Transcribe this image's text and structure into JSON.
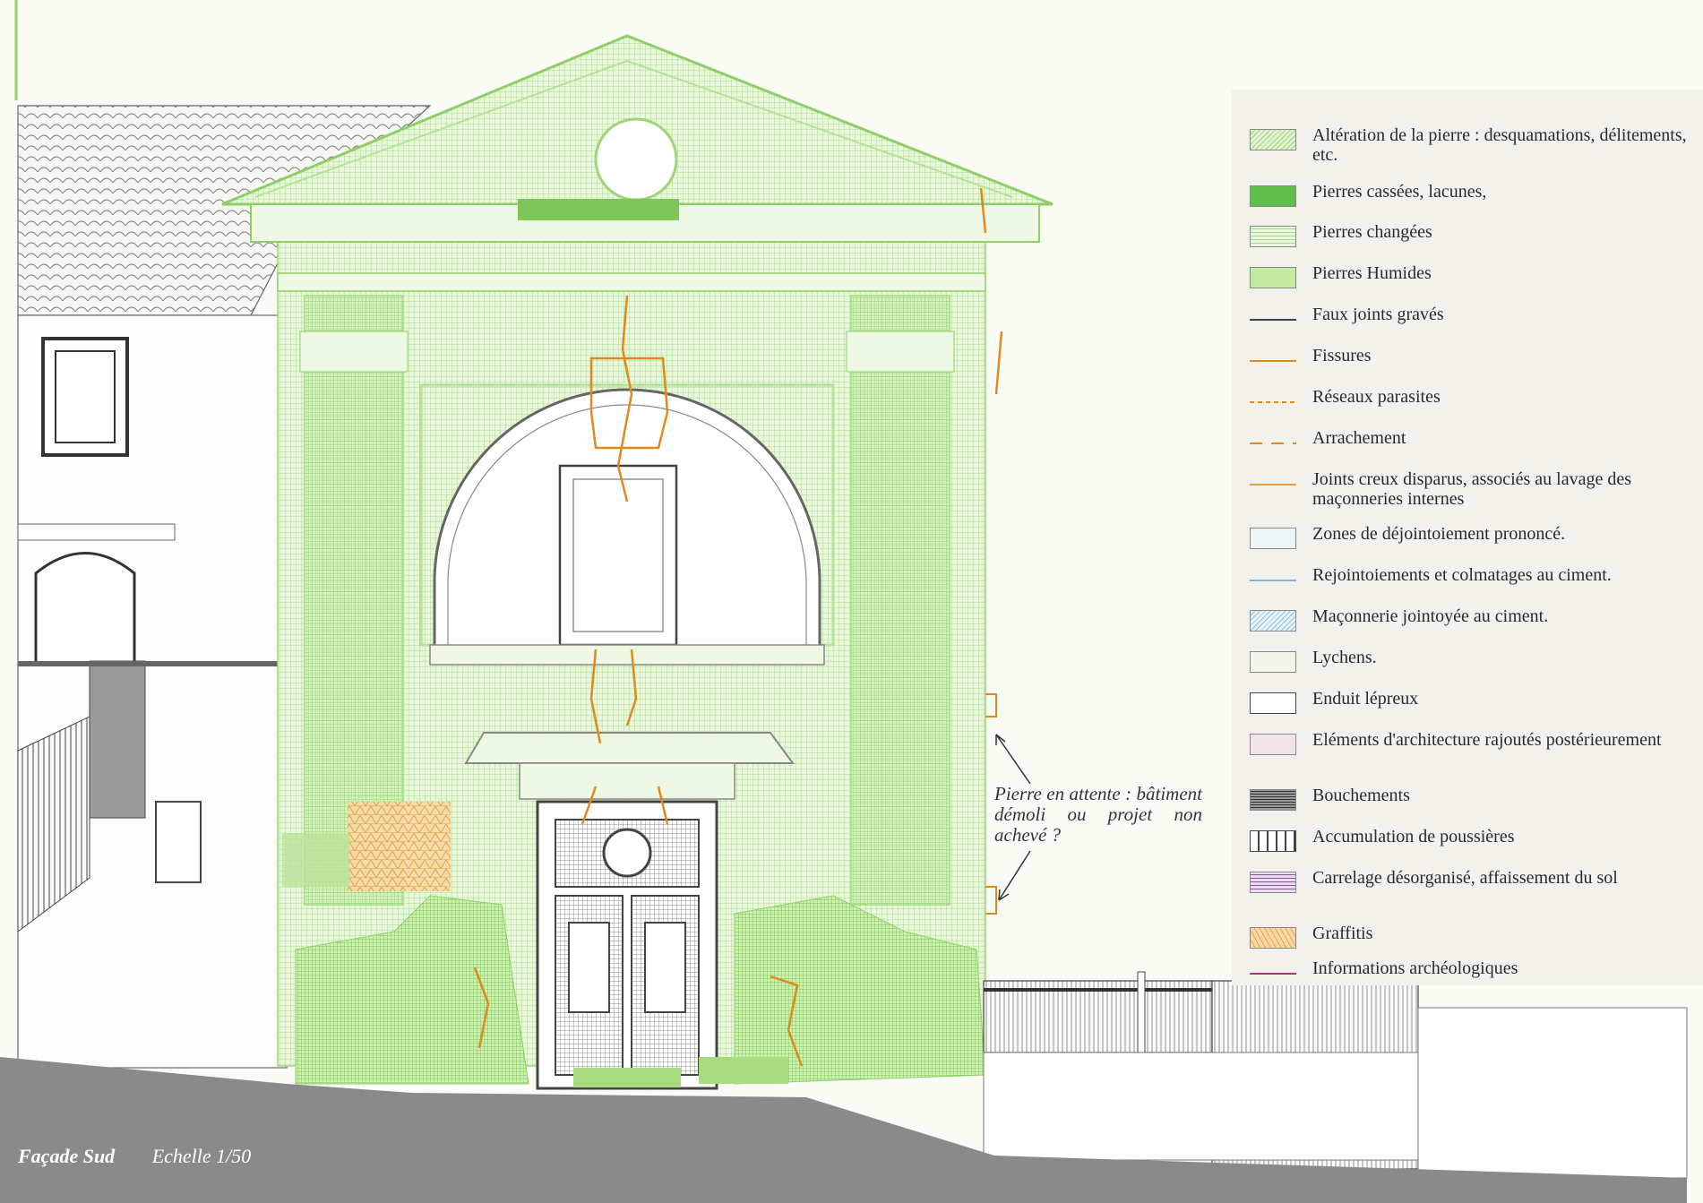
{
  "legend": {
    "items": [
      {
        "label": "Altération de la pierre : desquamations, délitements, etc.",
        "swatch": "hatch-light",
        "color": "#b9e39a"
      },
      {
        "label": "Pierres cassées, lacunes,",
        "swatch": "solid",
        "color": "#5fbf4a"
      },
      {
        "label": "Pierres changées",
        "swatch": "grid",
        "color": "#a6d889"
      },
      {
        "label": "Pierres Humides",
        "swatch": "solid",
        "color": "#c4ec9e"
      },
      {
        "label": "Faux joints gravés",
        "swatch": "line",
        "color": "#444444"
      },
      {
        "label": "Fissures",
        "swatch": "line",
        "color": "#e08a1e"
      },
      {
        "label": "Réseaux parasites",
        "swatch": "dashed-fine",
        "color": "#e08a1e"
      },
      {
        "label": "Arrachement",
        "swatch": "dashed",
        "color": "#e08a1e"
      },
      {
        "label": "Joints creux disparus, associés au lavage des maçonneries internes",
        "swatch": "line",
        "color": "#e0a03a"
      },
      {
        "label": "Zones de déjointoiement prononcé.",
        "swatch": "box",
        "color": "#dfeef5"
      },
      {
        "label": "Rejointoiements et colmatages au ciment.",
        "swatch": "line",
        "color": "#7fb4d6"
      },
      {
        "label": "Maçonnerie jointoyée au ciment.",
        "swatch": "hatch-blue",
        "color": "#bcd9ec"
      },
      {
        "label": "Lychens.",
        "swatch": "box",
        "color": "#f4f4ea"
      },
      {
        "label": "Enduit lépreux",
        "swatch": "box",
        "color": "#ffffff"
      },
      {
        "label": "Eléments d'architecture rajoutés postérieurement",
        "swatch": "box",
        "color": "#f1e3e6"
      },
      {
        "label": "Bouchements",
        "swatch": "dense",
        "color": "#555555"
      },
      {
        "label": "Accumulation de poussières",
        "swatch": "columns",
        "color": "#555555"
      },
      {
        "label": "Carrelage désorganisé, affaissement du sol",
        "swatch": "purple-grid",
        "color": "#8a5a9a"
      },
      {
        "label": "Graffitis",
        "swatch": "triangles",
        "color": "#f0a040"
      },
      {
        "label": "Informations archéologiques",
        "swatch": "line",
        "color": "#b0307a"
      }
    ]
  },
  "annotation": "Pierre en attente : bâtiment démoli ou projet non achevé ?",
  "caption": {
    "title": "Façade Sud",
    "scale": "Echelle 1/50"
  },
  "colors": {
    "stone_green": "#a8dc7e",
    "pale_green": "#cbeab0",
    "crack_orange": "#e08a1e",
    "ground_grey": "#8a8a8a",
    "line_dark": "#555555"
  }
}
